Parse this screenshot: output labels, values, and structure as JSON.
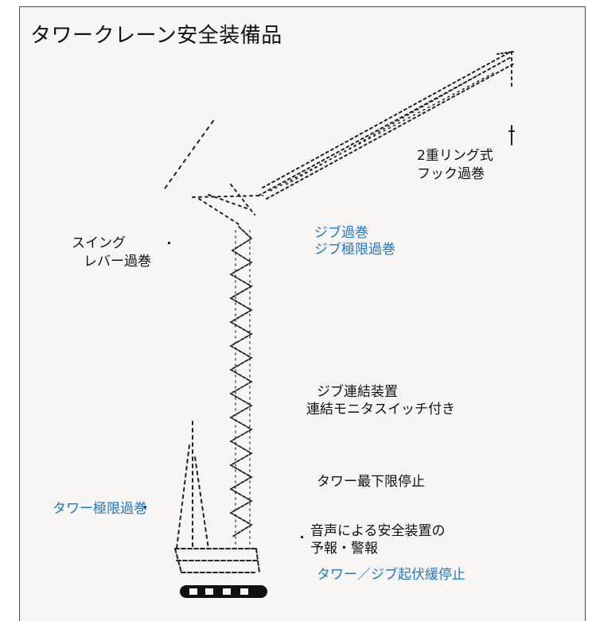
{
  "title": "タワークレーン安全装備品",
  "labels": {
    "hook_line1": "2重リング式",
    "hook_line2": "フック過巻",
    "swing_line1": "スイング",
    "swing_line2": "レバー過巻",
    "jib_line1": "ジブ過巻",
    "jib_line2": "ジブ極限過巻",
    "coupling_line1": "ジブ連結装置",
    "coupling_line2": "連結モニタスイッチ付き",
    "tower_lowest": "タワー最下限停止",
    "tower_limit": "タワー極限過巻",
    "voice_line1": "音声による安全装置の",
    "voice_line2": "予報・警報",
    "luffing_stop": "タワー／ジブ起伏緩停止"
  },
  "colors": {
    "panel_background": "#f8f6f5",
    "text_black": "#111111",
    "text_blue": "#1f78c1",
    "line": "#222222"
  }
}
